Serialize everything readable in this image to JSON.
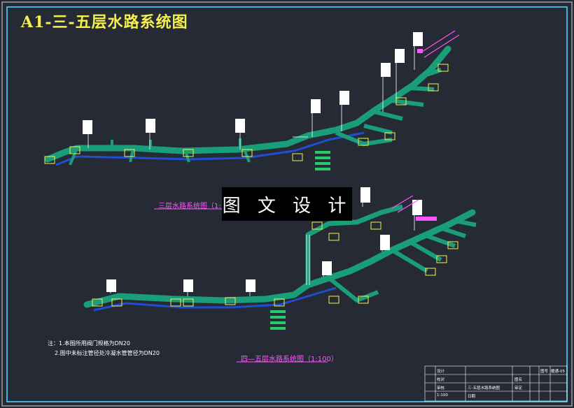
{
  "title": "A1-三-五层水路系统图",
  "diagrams": {
    "upper_caption": "三层水路系统图（1:100）",
    "lower_caption": "四—五层水路系统图（1:100）"
  },
  "overlay_text": "图 文 设 计",
  "notes": {
    "line1": "注：1.本图所用阀门规格为DN20",
    "line2": "2.图中未标注管径处冷凝水管管径为DN20"
  },
  "title_block": {
    "col_design": "设计",
    "col_proofread": "校对",
    "col_check": "审核",
    "project": "三-五层水路系统图",
    "scale": "1:100",
    "date_label": "日期",
    "sheet_no_label": "图号",
    "sheet_no": "暖通-05",
    "drawing_label": "图名",
    "review_label": "审定"
  },
  "colors": {
    "background": "#252a35",
    "pipe_main": "#1a9e7a",
    "pipe_secondary": "#1f4fd1",
    "accent_yellow": "#f5f04a",
    "accent_magenta": "#ff55ff",
    "border": "#4ad7ff"
  }
}
